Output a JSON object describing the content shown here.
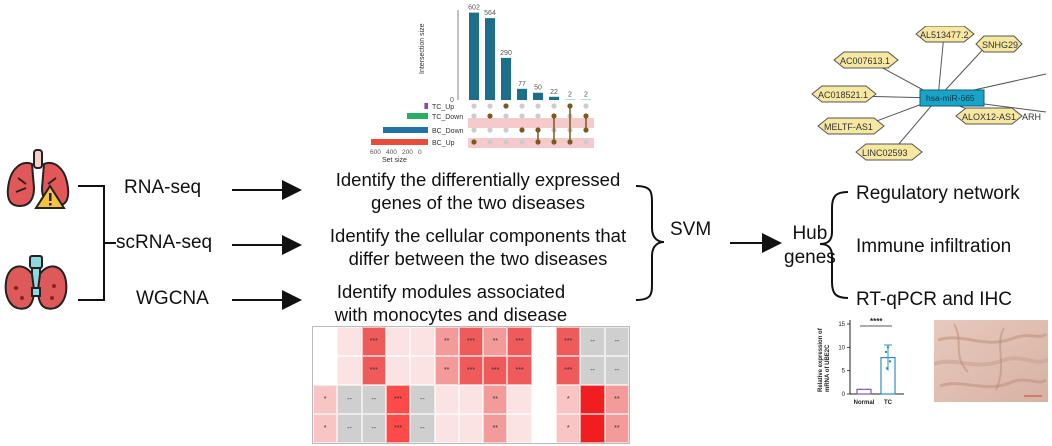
{
  "steps": {
    "rnaseq": "RNA-seq",
    "scrnaseq": "scRNA-seq",
    "wgcna": "WGCNA"
  },
  "descriptions": {
    "deg_line1": "Identify the differentially expressed",
    "deg_line2": "genes of the two diseases",
    "cell_line1": "Identify the cellular components that",
    "cell_line2": "differ between the two diseases",
    "mod_line1": "Identify modules associated",
    "mod_line2": "with monocytes and disease"
  },
  "svm": "SVM",
  "hub": {
    "line1": "Hub",
    "line2": "genes"
  },
  "outputs": {
    "regulatory": "Regulatory network",
    "immune": "Immune infiltration",
    "rtqpcr": "RT-qPCR and IHC"
  },
  "upset": {
    "y_axis_label": "Intersection size",
    "x_axis_label": "Set size",
    "bar_values": [
      "602",
      "564",
      "290",
      "77",
      "50",
      "22",
      "2",
      "2"
    ],
    "set_ticks": [
      "600",
      "400",
      "200",
      "0"
    ],
    "sets": [
      {
        "name": "TC_Up",
        "color": "#8e44ad"
      },
      {
        "name": "TC_Down",
        "color": "#27ae60"
      },
      {
        "name": "BC_Down",
        "color": "#2471a3"
      },
      {
        "name": "BC_Up",
        "color": "#e74c3c"
      }
    ],
    "y_tick_0": "0"
  },
  "network": {
    "center": "hsa-miR-665",
    "nodes": [
      "AL513477.2",
      "SNHG29",
      "AC007613.1",
      "AC018521.1",
      "MELTF-AS1",
      "ALOX12-AS1",
      "LINC02593"
    ],
    "edge_label": "ARH"
  },
  "barplot": {
    "ylabel_line1": "Relative expression of",
    "ylabel_line2": "mRNA of UBE2C",
    "sig": "****",
    "yticks": [
      "15",
      "10",
      "5",
      "0"
    ],
    "categories": [
      "Normal",
      "TC"
    ],
    "values": [
      1,
      7.8
    ],
    "ylim": [
      0,
      15
    ]
  },
  "heatmap": {
    "rows": [
      [
        "",
        "",
        "***",
        "",
        "",
        "**",
        "***",
        "**",
        "***",
        "",
        "***",
        "--",
        "--"
      ],
      [
        "",
        "",
        "***",
        "",
        "",
        "**",
        "***",
        "***",
        "***",
        "",
        "***",
        "--",
        "--"
      ],
      [
        "*",
        "--",
        "--",
        "***",
        "--",
        "",
        "",
        "**",
        "",
        "",
        "*",
        "",
        "**"
      ],
      [
        "*",
        "--",
        "--",
        "***",
        "--",
        "",
        "",
        "**",
        "",
        "",
        "*",
        "",
        "**"
      ]
    ]
  },
  "colors": {
    "teal": "#1b6f8a",
    "pink_row": "#f6c9cc",
    "dot_dark": "#7a5a22",
    "node_fill": "#f6e7a1",
    "hub_fill": "#1aa3c6",
    "lung": "#e25858",
    "thyroid": "#de5a5a"
  }
}
